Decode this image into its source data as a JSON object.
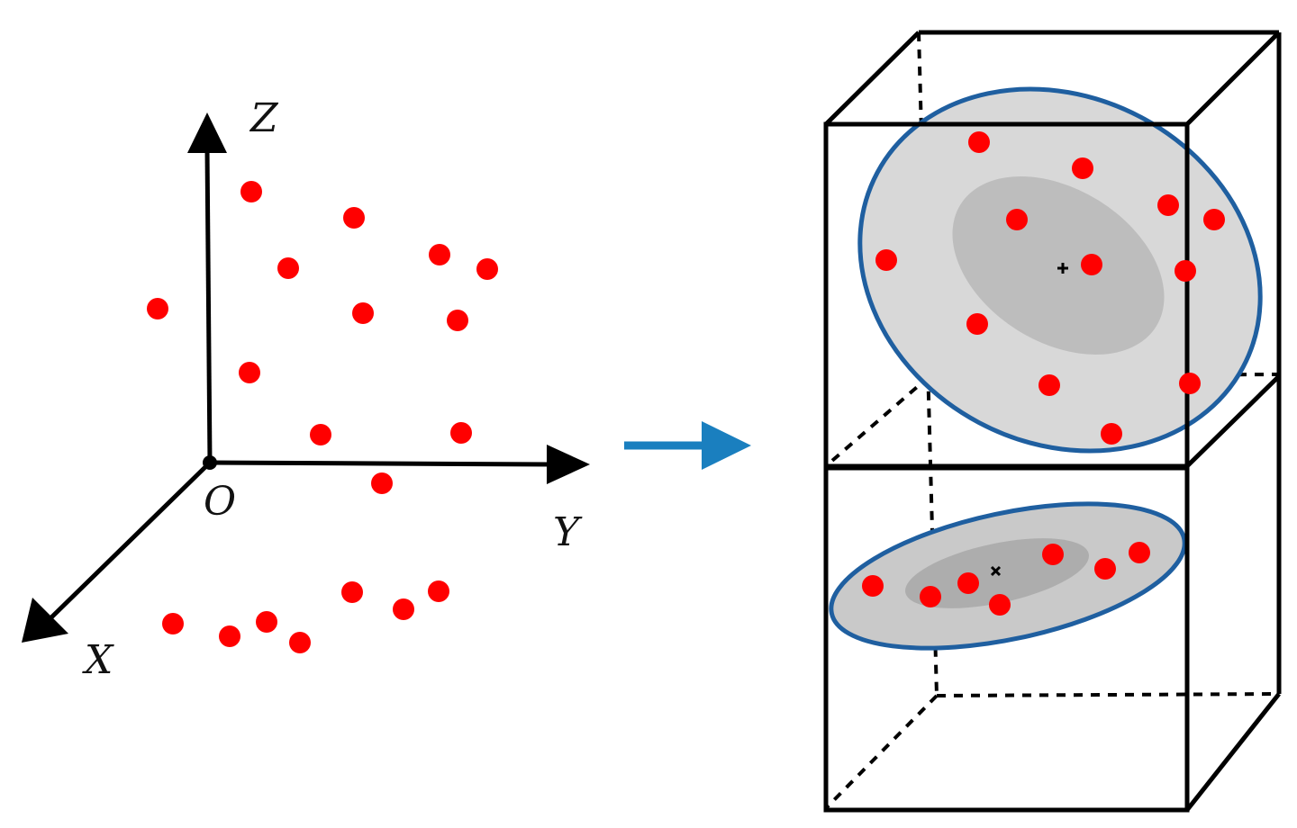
{
  "axes": {
    "x_label": "X",
    "y_label": "Y",
    "z_label": "Z",
    "origin_label": "O"
  },
  "colors": {
    "point": "#ff0000",
    "ellipse_stroke": "#1f5fa0",
    "ellipse_outer_fill": "#d8d8d8",
    "ellipse_inner_fill": "#bdbdbd",
    "arrow": "#1a7fbf",
    "line": "#000000"
  },
  "icons": {
    "transition_arrow": "arrow-right-icon",
    "upper_center_marker": "plus-icon",
    "lower_center_marker": "cross-icon"
  }
}
